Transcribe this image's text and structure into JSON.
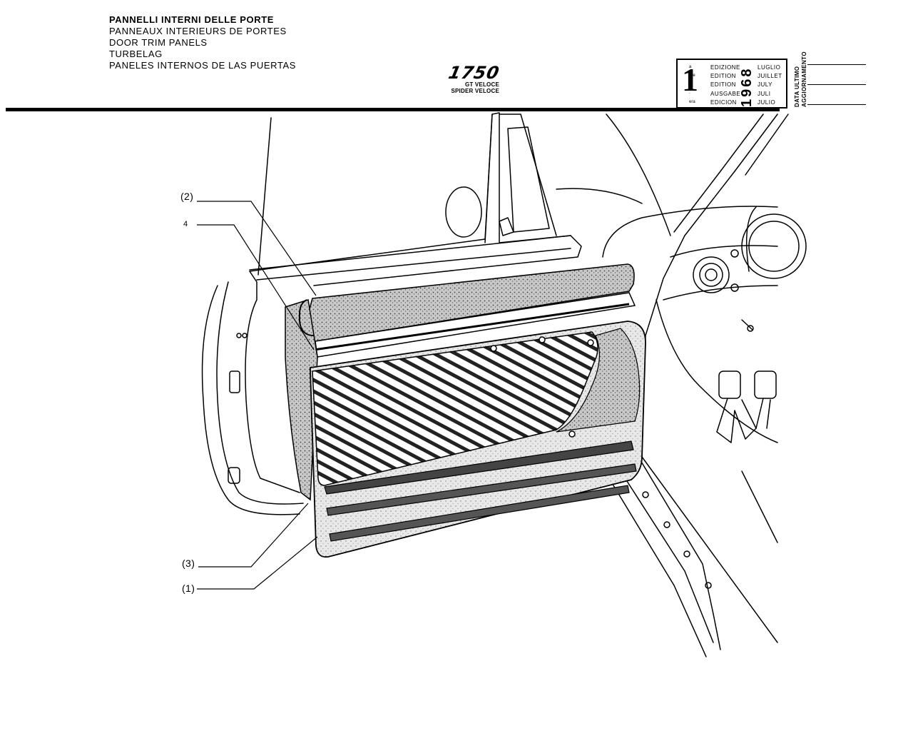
{
  "header": {
    "titles": [
      "PANNELLI INTERNI DELLE PORTE",
      "PANNEAUX  INTERIEURS DE PORTES",
      "DOOR TRIM PANELS",
      "TURBELAG",
      "PANELES INTERNOS DE LAS PUERTAS"
    ],
    "model_number": "1750",
    "model_variants": [
      "GT VELOCE",
      "SPIDER VELOCE"
    ]
  },
  "edition_box": {
    "number": "1",
    "suffixes": [
      "a",
      "ere",
      "st",
      ".",
      "era"
    ],
    "labels": [
      "EDIZIONE",
      "EDITION",
      "EDITION",
      "AUSGABE",
      "EDICION"
    ],
    "months": [
      "LUGLIO",
      "JUILLET",
      "JULY",
      "JULI",
      "JULIO"
    ],
    "year": "1968",
    "update_label_line1": "DATA ULTIMO",
    "update_label_line2": "AGGIORNAMENTO"
  },
  "callouts": [
    {
      "id": "2",
      "text": "(2)"
    },
    {
      "id": "4",
      "text": "4"
    },
    {
      "id": "3",
      "text": "(3)"
    },
    {
      "id": "1",
      "text": "(1)"
    }
  ]
}
